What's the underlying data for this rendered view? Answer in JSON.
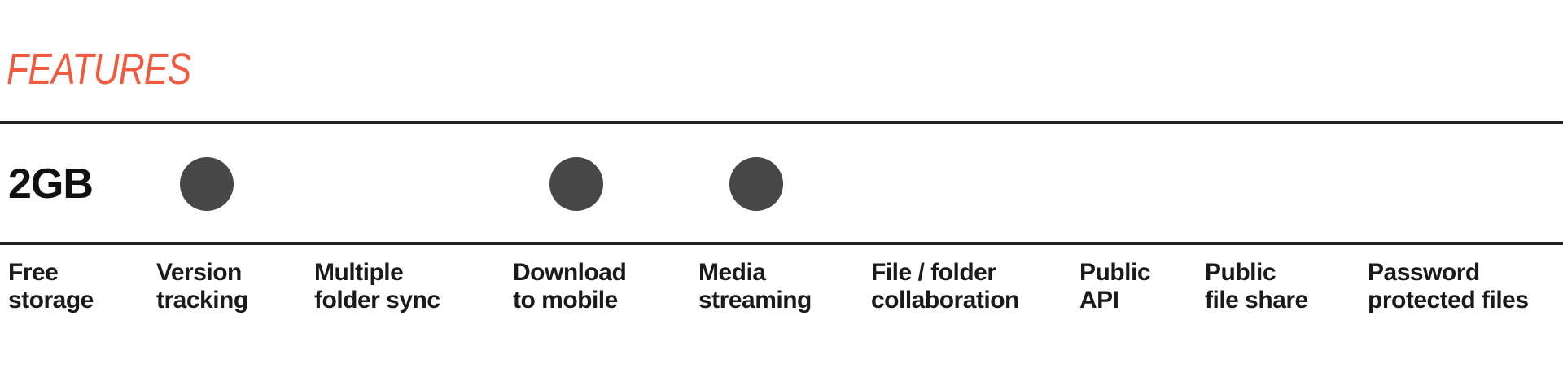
{
  "header": {
    "title": "FEATURES"
  },
  "storage": {
    "value": "2GB"
  },
  "features": [
    {
      "line1": "Free",
      "line2": "storage",
      "included": false
    },
    {
      "line1": "Version",
      "line2": "tracking",
      "included": true
    },
    {
      "line1": "Multiple",
      "line2": "folder sync",
      "included": false
    },
    {
      "line1": "Download",
      "line2": "to mobile",
      "included": true
    },
    {
      "line1": "Media",
      "line2": "streaming",
      "included": true
    },
    {
      "line1": "File / folder",
      "line2": "collaboration",
      "included": false
    },
    {
      "line1": "Public",
      "line2": "API",
      "included": false
    },
    {
      "line1": "Public",
      "line2": "file share",
      "included": false
    },
    {
      "line1": "Password",
      "line2": "protected files",
      "included": false
    }
  ],
  "colors": {
    "accent": "#f05a3e",
    "dot": "#474747",
    "rule": "#222222",
    "text": "#111111"
  },
  "icons": {
    "included_marker": "filled-circle-icon"
  }
}
